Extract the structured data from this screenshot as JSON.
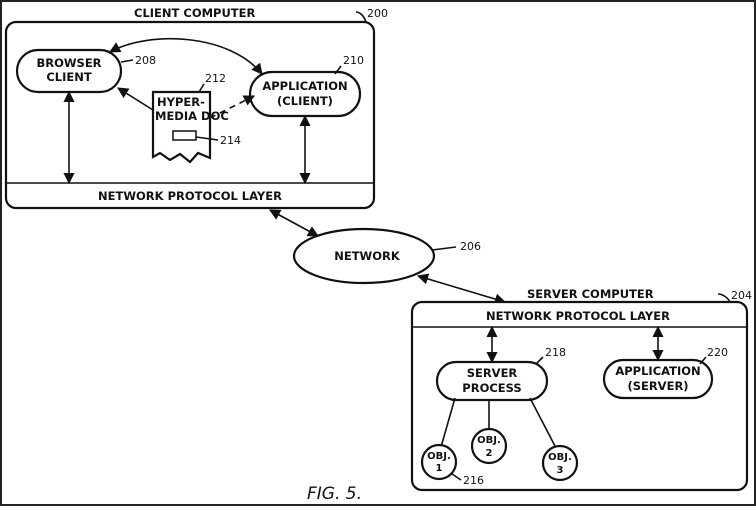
{
  "client": {
    "title": "CLIENT COMPUTER",
    "ref": "200",
    "browser": {
      "line1": "BROWSER",
      "line2": "CLIENT",
      "ref": "208"
    },
    "doc": {
      "line1": "HYPER-",
      "line2": "MEDIA DOC",
      "ref": "212",
      "embed_ref": "214"
    },
    "app": {
      "line1": "APPLICATION",
      "line2": "(CLIENT)",
      "ref": "210"
    },
    "protocol": "NETWORK PROTOCOL LAYER"
  },
  "network": {
    "label": "NETWORK",
    "ref": "206"
  },
  "server": {
    "title": "SERVER COMPUTER",
    "ref": "204",
    "protocol": "NETWORK PROTOCOL LAYER",
    "process": {
      "line1": "SERVER",
      "line2": "PROCESS",
      "ref": "218"
    },
    "app": {
      "line1": "APPLICATION",
      "line2": "(SERVER)",
      "ref": "220"
    },
    "objects": [
      {
        "line1": "OBJ.",
        "line2": "1"
      },
      {
        "line1": "OBJ.",
        "line2": "2"
      },
      {
        "line1": "OBJ.",
        "line2": "3"
      }
    ],
    "objects_ref": "216"
  },
  "caption": "FIG. 5."
}
